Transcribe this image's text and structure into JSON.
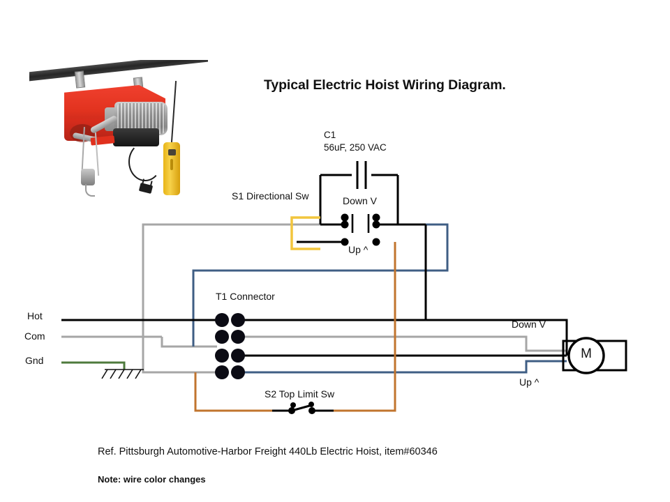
{
  "page": {
    "title": "Typical Electric Hoist Wiring Diagram.",
    "background_color": "#ffffff"
  },
  "photo": {
    "name": "electric-hoist-photo",
    "alt": "Red electric hoist mounted on black rail with yellow pendant control"
  },
  "capacitor": {
    "name": "C1",
    "spec": "56uF, 250 VAC"
  },
  "switch_s1": {
    "label": "S1 Directional Sw",
    "down_label": "Down V",
    "up_label": "Up ^"
  },
  "connector_t1": {
    "label": "T1 Connector",
    "rows": [
      {
        "left_color": "#000000",
        "right_color": "#000000"
      },
      {
        "left_color": "#3f5e84",
        "right_color": "#a6a6a6"
      },
      {
        "left_color": "#a6a6a6",
        "right_color": "#000000"
      },
      {
        "left_color": "#a6a6a6",
        "right_color": "#3f5e84"
      }
    ]
  },
  "switch_s2": {
    "label": "S2 Top Limit Sw"
  },
  "supply": {
    "hot": "Hot",
    "com": "Com",
    "gnd": "Gnd"
  },
  "motor": {
    "symbol": "M",
    "down_label": "Down V",
    "up_label": "Up ^"
  },
  "footer": {
    "reference": "Ref. Pittsburgh Automotive-Harbor Freight 440Lb Electric Hoist,  item#60346",
    "note": "Note: wire color changes"
  },
  "wire_colors": {
    "hot_black": "#000000",
    "com_gray": "#a6a6a6",
    "gnd_green": "#4e7a3c",
    "blue": "#3f5e84",
    "orange": "#c1742e",
    "yellow": "#f2c53d"
  }
}
